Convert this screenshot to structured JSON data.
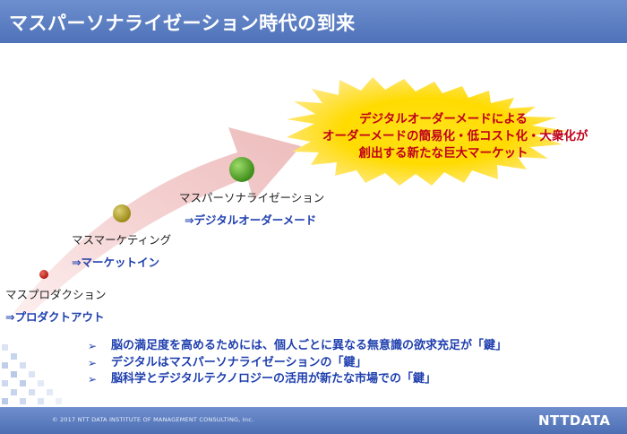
{
  "header": {
    "title": "マスパーソナライゼーション時代の到来"
  },
  "stages": [
    {
      "name": "マスプロダクション",
      "sub": "⇒プロダクトアウト",
      "color": "#c5221c"
    },
    {
      "name": "マスマーケティング",
      "sub": "⇒マーケットイン",
      "color": "#b2a02a"
    },
    {
      "name": "マスパーソナライゼーション",
      "sub": "⇒デジタルオーダーメード",
      "color": "#57a52a"
    }
  ],
  "burst": {
    "lines": [
      "デジタルオーダーメードによる",
      "オーダーメードの簡易化・低コスト化・大衆化が",
      "創出する新たな巨大マーケット"
    ]
  },
  "bullets": [
    "脳の満足度を高めるためには、個人ごとに異なる無意識の欲求充足が「鍵」",
    "デジタルはマスパーソナライゼーションの「鍵」",
    "脳科学とデジタルテクノロジーの活用が新たな市場での「鍵」"
  ],
  "footer": {
    "copyright": "© 2017 NTT DATA INSTITUTE OF MANAGEMENT CONSULTING, Inc.",
    "logo": "NTTDATA"
  },
  "colors": {
    "header": "#5577bb",
    "accent_text": "#1f3fae",
    "burst_text": "#c0001a",
    "burst_fill": "#ffd400"
  }
}
